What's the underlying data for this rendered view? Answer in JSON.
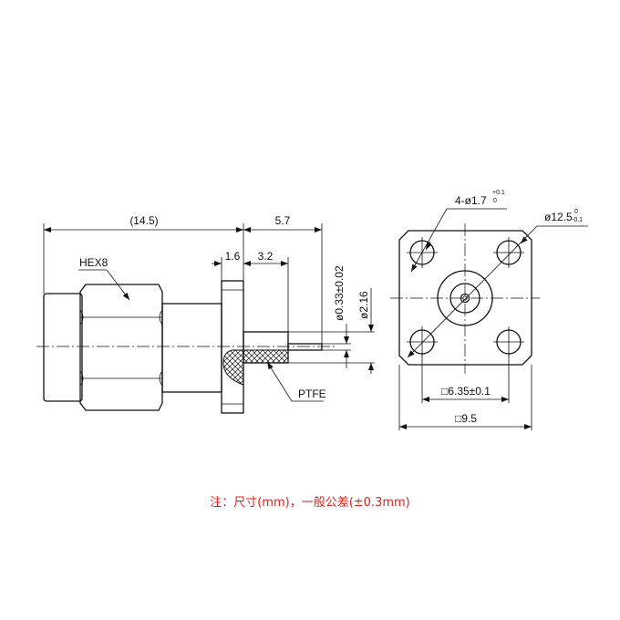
{
  "side_view": {
    "overall_length": "(14.5)",
    "pin_length": "5.7",
    "flange_thickness": "1.6",
    "insulator_length": "3.2",
    "pin_diameter": "ø0.33±0.02",
    "insulator_diameter": "ø2.16",
    "hex_label": "HEX8",
    "material_label": "PTFE"
  },
  "front_view": {
    "hole_callout": "4-ø1.7",
    "hole_tol_upper": "+0.1",
    "hole_tol_lower": "0",
    "diagonal_callout": "ø12.5",
    "diagonal_tol_upper": "0",
    "diagonal_tol_lower": "-0.1",
    "hole_spacing": "□6.35±0.1",
    "flange_size": "□9.5"
  },
  "note": "注：尺寸(mm)，一般公差(±0.3mm)",
  "colors": {
    "note": "#e0201a",
    "line": "#111111"
  }
}
